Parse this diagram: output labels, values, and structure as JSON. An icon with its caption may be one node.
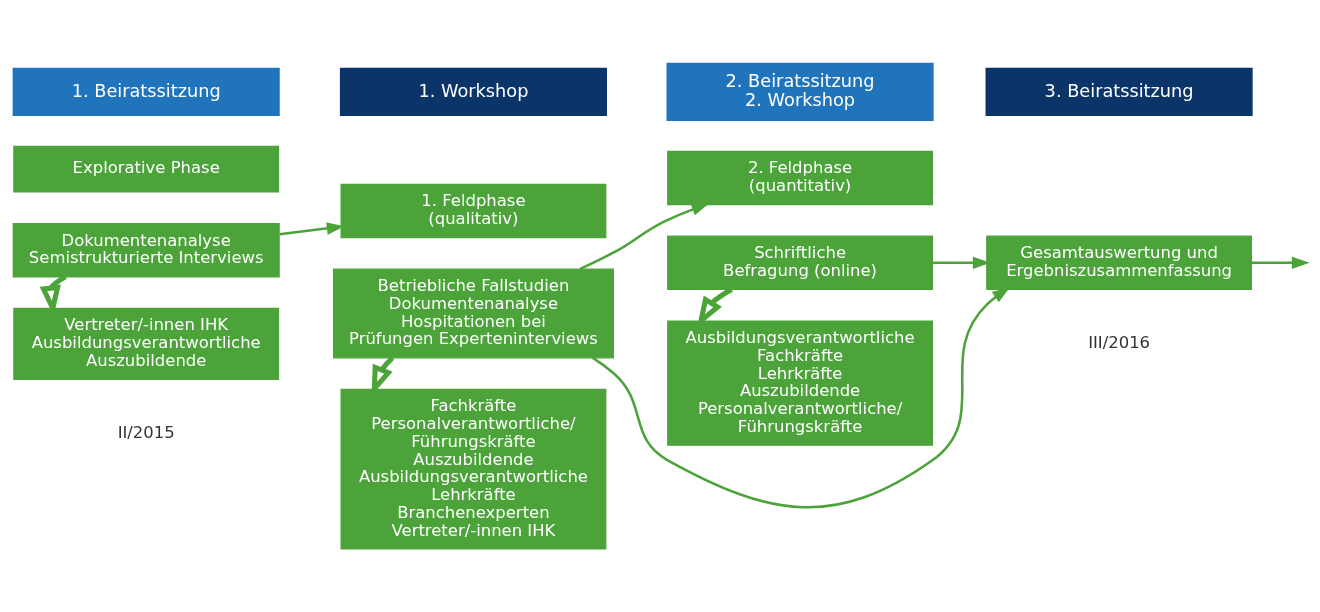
{
  "diagram": {
    "nodes": [
      {
        "text": [
          "1. Beiratssitzung"
        ]
      },
      {
        "text": [
          "1. Workshop"
        ]
      },
      {
        "text": [
          "2. Beiratssitzung",
          "2. Workshop"
        ]
      },
      {
        "text": [
          "3. Beiratssitzung"
        ]
      },
      {
        "text": [
          "Explorative Phase"
        ]
      },
      {
        "text": [
          "Dokumentenanalyse Semistrukturierte Interviews"
        ]
      },
      {
        "text": [
          "Vertreter/-innen IHK Ausbildungsverantwortliche Auszubildende"
        ]
      },
      {
        "text": [
          "1. Feldphase (qualitativ)"
        ]
      },
      {
        "text": [
          "Betriebliche Fallstudien Dokumentenanalyse Hospitationen bei Prüfungen Experteninterviews"
        ]
      },
      {
        "text": [
          "Fachkräfte Personalverantwortliche/ Führungskräfte Auszubildende Ausbildungsverantwortliche Lehrkräfte Branchenexperten Vertreter/-innen IHK"
        ]
      },
      {
        "text": [
          "2. Feldphase (quantitativ)"
        ]
      },
      {
        "text": [
          "Schriftliche Befragung (online)"
        ]
      },
      {
        "text": [
          "Ausbildungsverantwortliche Fachkräfte Lehrkräfte Auszubildende Personalverantwortliche/ Führungskräfte"
        ]
      },
      {
        "text": [
          "Gesamtauswertung und Ergebniszusammenfassung"
        ]
      }
    ],
    "edges": [
      {
        "from": 5,
        "to": 7,
        "arrow": "to"
      },
      {
        "from": 5,
        "to": 6,
        "arrow": "to",
        "style": "thick"
      },
      {
        "from": 8,
        "to": 10,
        "arrow": "to"
      },
      {
        "from": 8,
        "to": 13,
        "arrow": "to"
      },
      {
        "from": 8,
        "to": 9,
        "arrow": "to",
        "style": "thick"
      },
      {
        "from": 11,
        "to": 13,
        "arrow": "to"
      },
      {
        "from": 11,
        "to": 12,
        "arrow": "to",
        "style": "thick"
      },
      {
        "from": 13,
        "to": null,
        "arrow": "to"
      }
    ],
    "labels": [
      "II/2015",
      "III/2016"
    ]
  }
}
